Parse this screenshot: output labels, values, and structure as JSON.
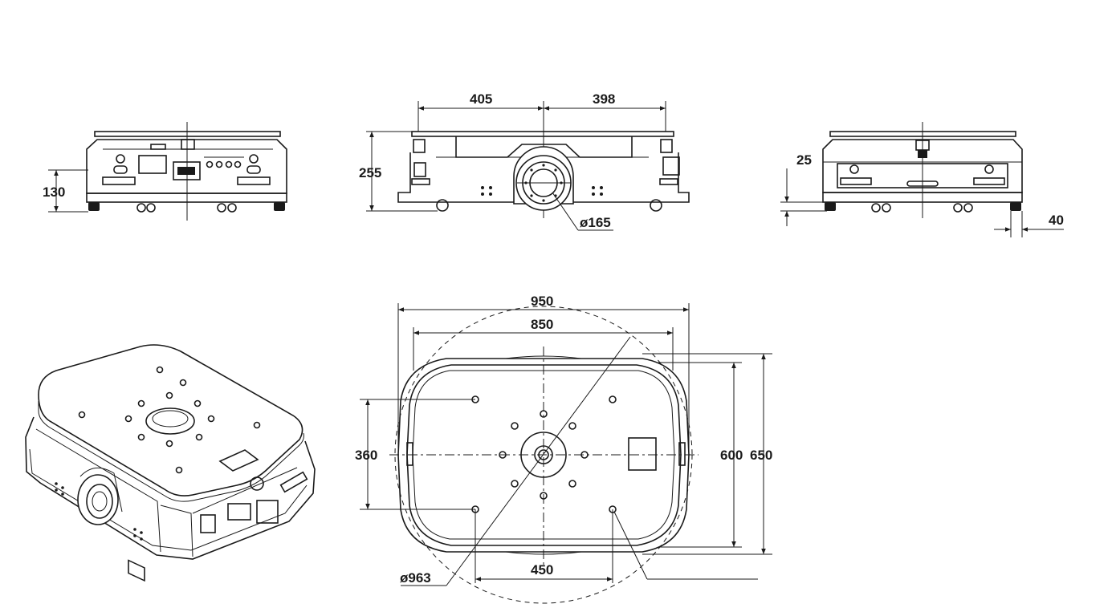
{
  "views": {
    "front": {
      "height_label": "130"
    },
    "side": {
      "left_width_label": "405",
      "right_width_label": "398",
      "height_label": "255",
      "wheel_diameter_label": "ø165"
    },
    "rear": {
      "top_offset_label": "25",
      "bottom_offset_label": "40"
    },
    "top": {
      "outer_width_label": "950",
      "inner_width_label": "850",
      "hole_span_label": "450",
      "hole_height_label": "360",
      "inner_length_label": "600",
      "outer_length_label": "650",
      "turning_diameter_label": "ø963"
    }
  }
}
